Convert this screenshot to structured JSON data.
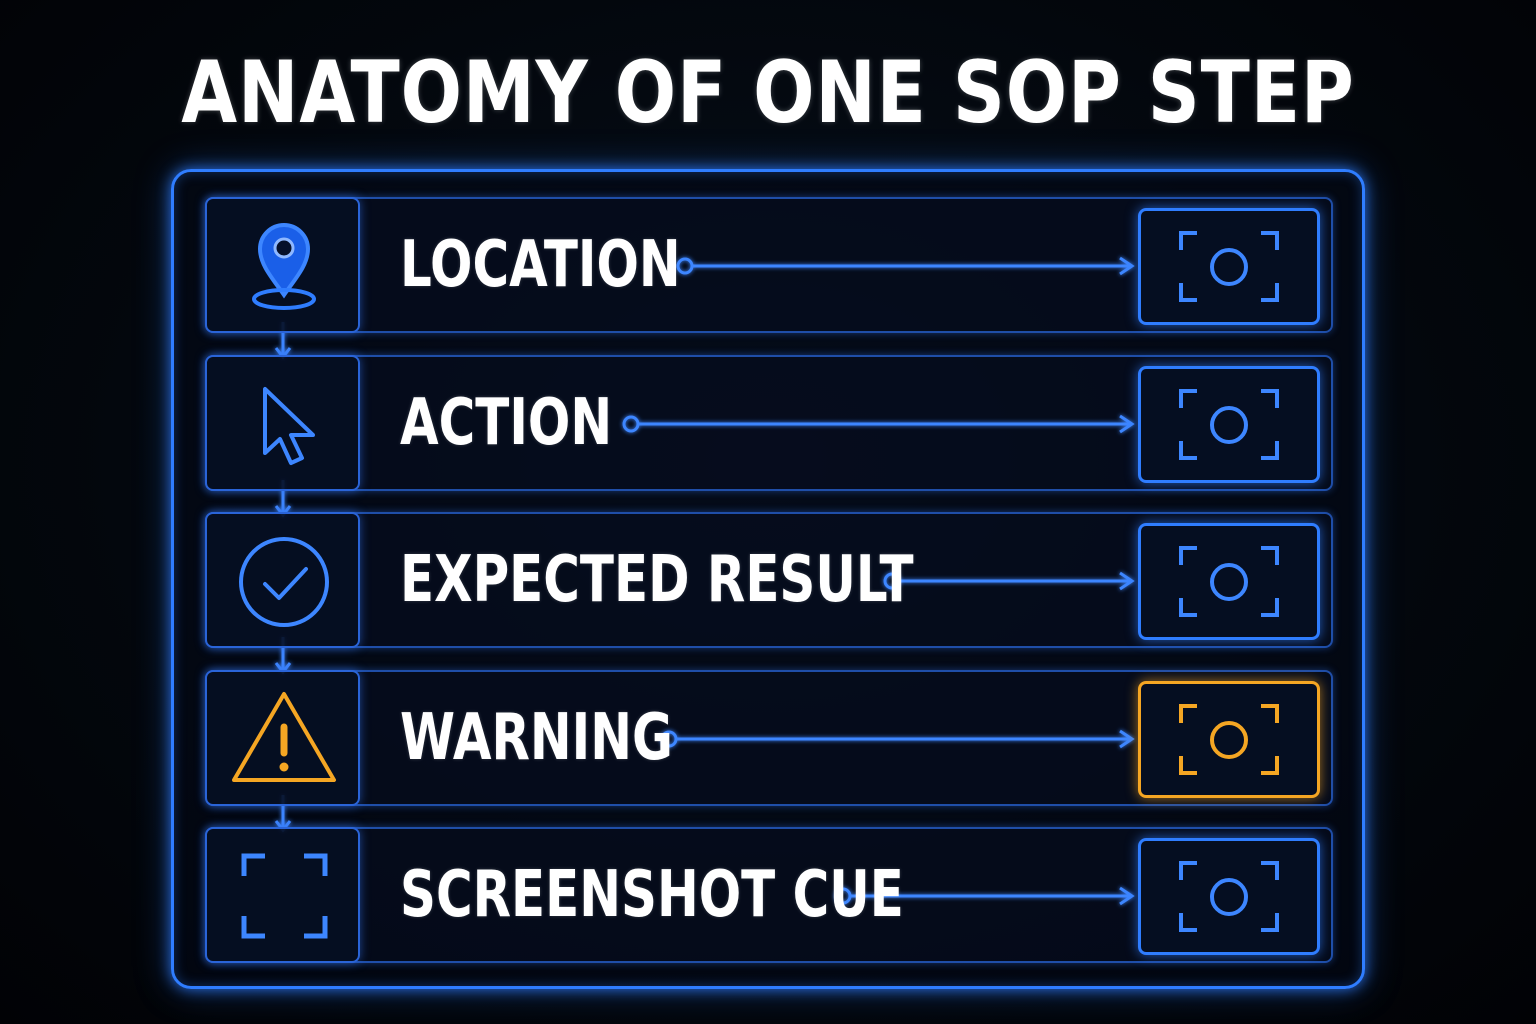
{
  "title": "ANATOMY OF ONE SOP STEP",
  "colors": {
    "accent": "#2f7dff",
    "warning": "#f5a623",
    "background": "#03070d",
    "text": "#ffffff"
  },
  "rows": [
    {
      "label": "LOCATION",
      "icon": "location-pin-icon",
      "color": "#2f7dff"
    },
    {
      "label": "ACTION",
      "icon": "cursor-arrow-icon",
      "color": "#2f7dff"
    },
    {
      "label": "EXPECTED RESULT",
      "icon": "check-circle-icon",
      "color": "#2f7dff"
    },
    {
      "label": "WARNING",
      "icon": "warning-triangle-icon",
      "color": "#f5a623"
    },
    {
      "label": "SCREENSHOT CUE",
      "icon": "viewfinder-icon",
      "color": "#2f7dff"
    }
  ]
}
